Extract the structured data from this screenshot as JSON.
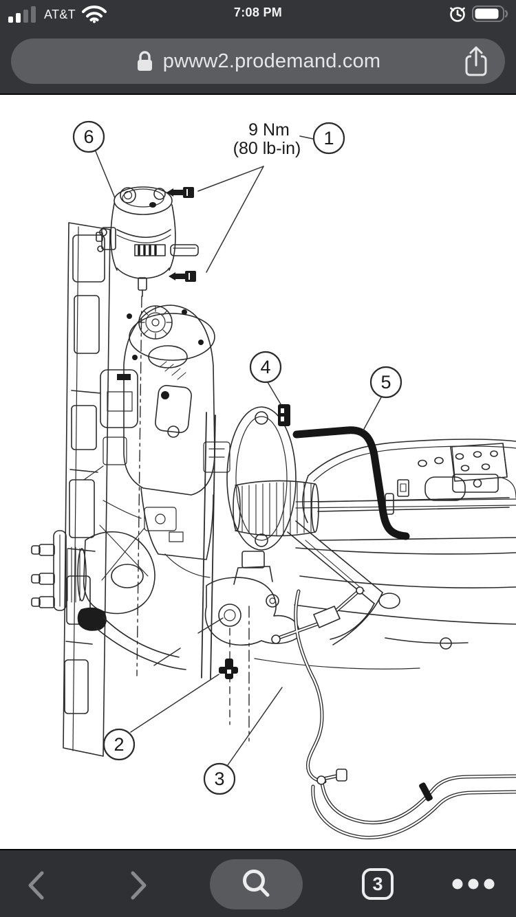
{
  "status_bar": {
    "carrier": "AT&T",
    "time": "7:08 PM",
    "signal_icon": "cellular-signal-icon",
    "signal_state": "2 of 4 bars",
    "wifi_icon": "wifi-icon",
    "alarm_icon": "alarm-clock-icon",
    "battery_icon": "battery-icon",
    "battery_fill": "80%"
  },
  "address_bar": {
    "lock_icon": "lock-icon",
    "url": "pwww2.prodemand.com",
    "share_icon": "share-icon"
  },
  "diagram": {
    "type": "technical-line-illustration",
    "subject": "power steering reservoir, hoses and lines on subframe",
    "torque_label": {
      "line1": "9 Nm",
      "line2": "(80 lb-in)"
    },
    "callouts": [
      {
        "number": "1"
      },
      {
        "number": "2"
      },
      {
        "number": "3"
      },
      {
        "number": "4"
      },
      {
        "number": "5"
      },
      {
        "number": "6"
      }
    ]
  },
  "toolbar": {
    "back_icon": "chevron-left-icon",
    "forward_icon": "chevron-right-icon",
    "search_icon": "magnifier-icon",
    "tabs_button": {
      "count": "3"
    },
    "more_icon": "ellipsis-icon"
  },
  "colors": {
    "chrome_top_bg": "#343538",
    "chrome_bottom_bg": "#2f3033",
    "pill_bg": "#5c5d61",
    "search_pill_bg": "#595a5e",
    "chrome_text": "#e9e9eb",
    "muted_icon": "#8a8a8e",
    "content_bg": "#ffffff",
    "line_art": "#2b2b2b"
  }
}
